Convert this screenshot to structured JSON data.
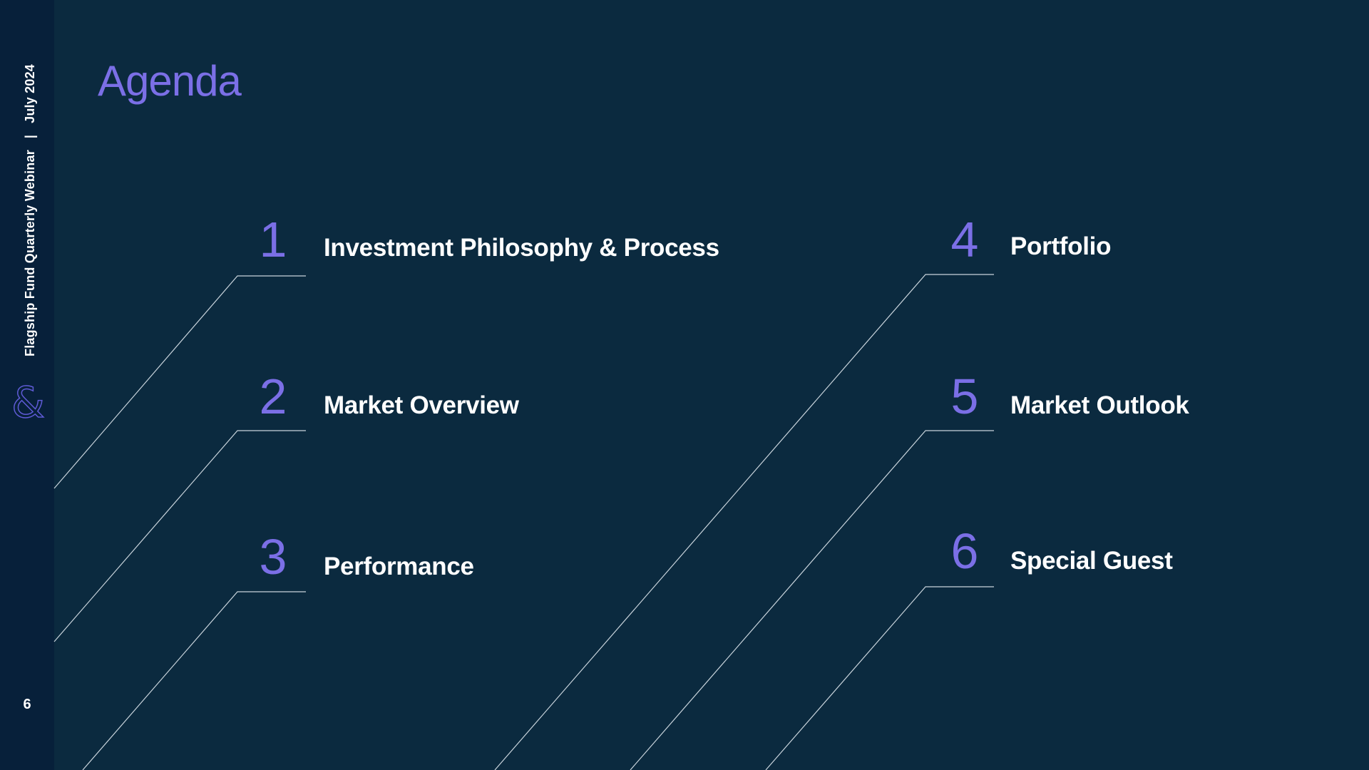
{
  "sidebar": {
    "deck_name": "Flagship Fund Quarterly Webinar",
    "separator": "|",
    "date": "July 2024",
    "logo_icon": "ampersand-icon",
    "page_number": "6"
  },
  "title": "Agenda",
  "agenda": [
    {
      "number": "1",
      "label": "Investment Philosophy & Process"
    },
    {
      "number": "2",
      "label": "Market Overview"
    },
    {
      "number": "3",
      "label": "Performance"
    },
    {
      "number": "4",
      "label": "Portfolio"
    },
    {
      "number": "5",
      "label": "Market Outlook"
    },
    {
      "number": "6",
      "label": "Special Guest"
    }
  ],
  "colors": {
    "background": "#0b2a3f",
    "sidebar": "#07203a",
    "accent": "#7b6fe6",
    "text": "#ffffff",
    "line": "#c9d4dc"
  }
}
